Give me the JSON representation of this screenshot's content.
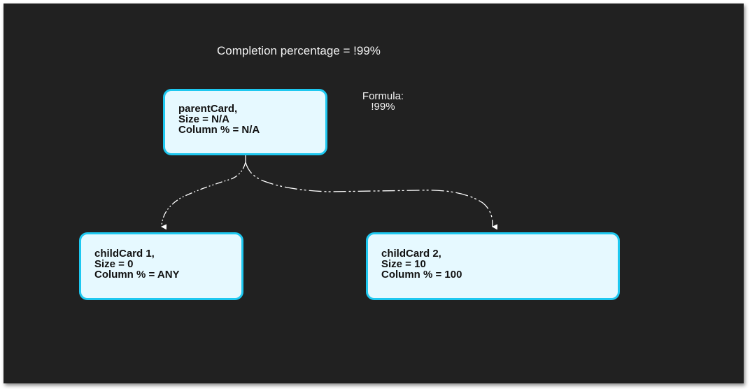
{
  "diagram": {
    "title": "Completion percentage = !99%",
    "formula": {
      "label": "Formula:",
      "value": "!99%"
    },
    "colors": {
      "background": "#212121",
      "card_fill": "#e6f9ff",
      "card_border": "#1ec8f0",
      "text_light": "#f2f2f2",
      "connector": "#ffffff"
    },
    "nodes": [
      {
        "id": "parentCard",
        "lines": [
          "parentCard,",
          "Size = N/A",
          "Column % = N/A"
        ]
      },
      {
        "id": "childCard1",
        "lines": [
          "childCard 1,",
          "Size = 0",
          "Column % = ANY"
        ]
      },
      {
        "id": "childCard2",
        "lines": [
          "childCard 2,",
          "Size = 10",
          "Column % = 100"
        ]
      }
    ],
    "edges": [
      {
        "from": "parentCard",
        "to": "childCard1",
        "style": "dash-dot"
      },
      {
        "from": "parentCard",
        "to": "childCard2",
        "style": "dash-dot"
      }
    ]
  }
}
